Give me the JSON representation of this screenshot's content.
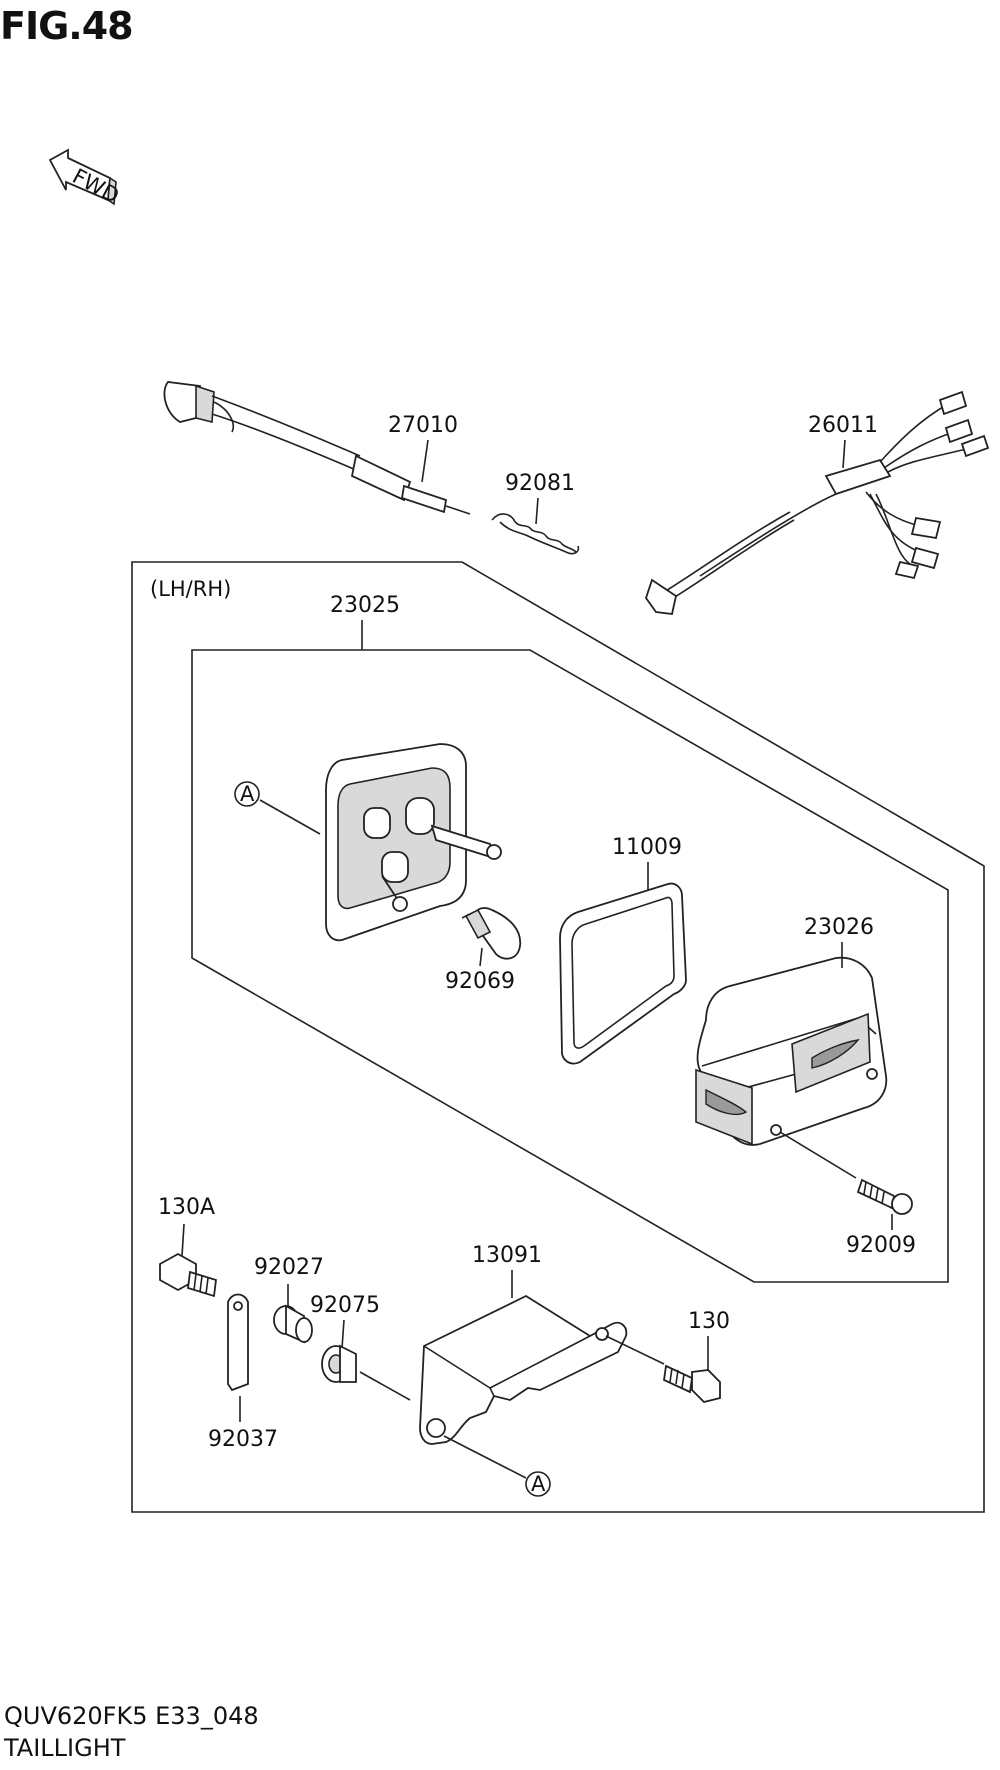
{
  "figure": {
    "title": "FIG.48",
    "direction_label": "FWD",
    "model_code": "QUV620FK5 E33_048",
    "section_name": "TAILLIGHT",
    "variant_note": "(LH/RH)",
    "reference_mark": "A"
  },
  "parts": {
    "p27010": "27010",
    "p92081": "92081",
    "p26011": "26011",
    "p23025": "23025",
    "p11009": "11009",
    "p23026": "23026",
    "p92069": "92069",
    "p92009": "92009",
    "p130A": "130A",
    "p92027": "92027",
    "p92075": "92075",
    "p13091": "13091",
    "p130": "130",
    "p92037": "92037"
  }
}
